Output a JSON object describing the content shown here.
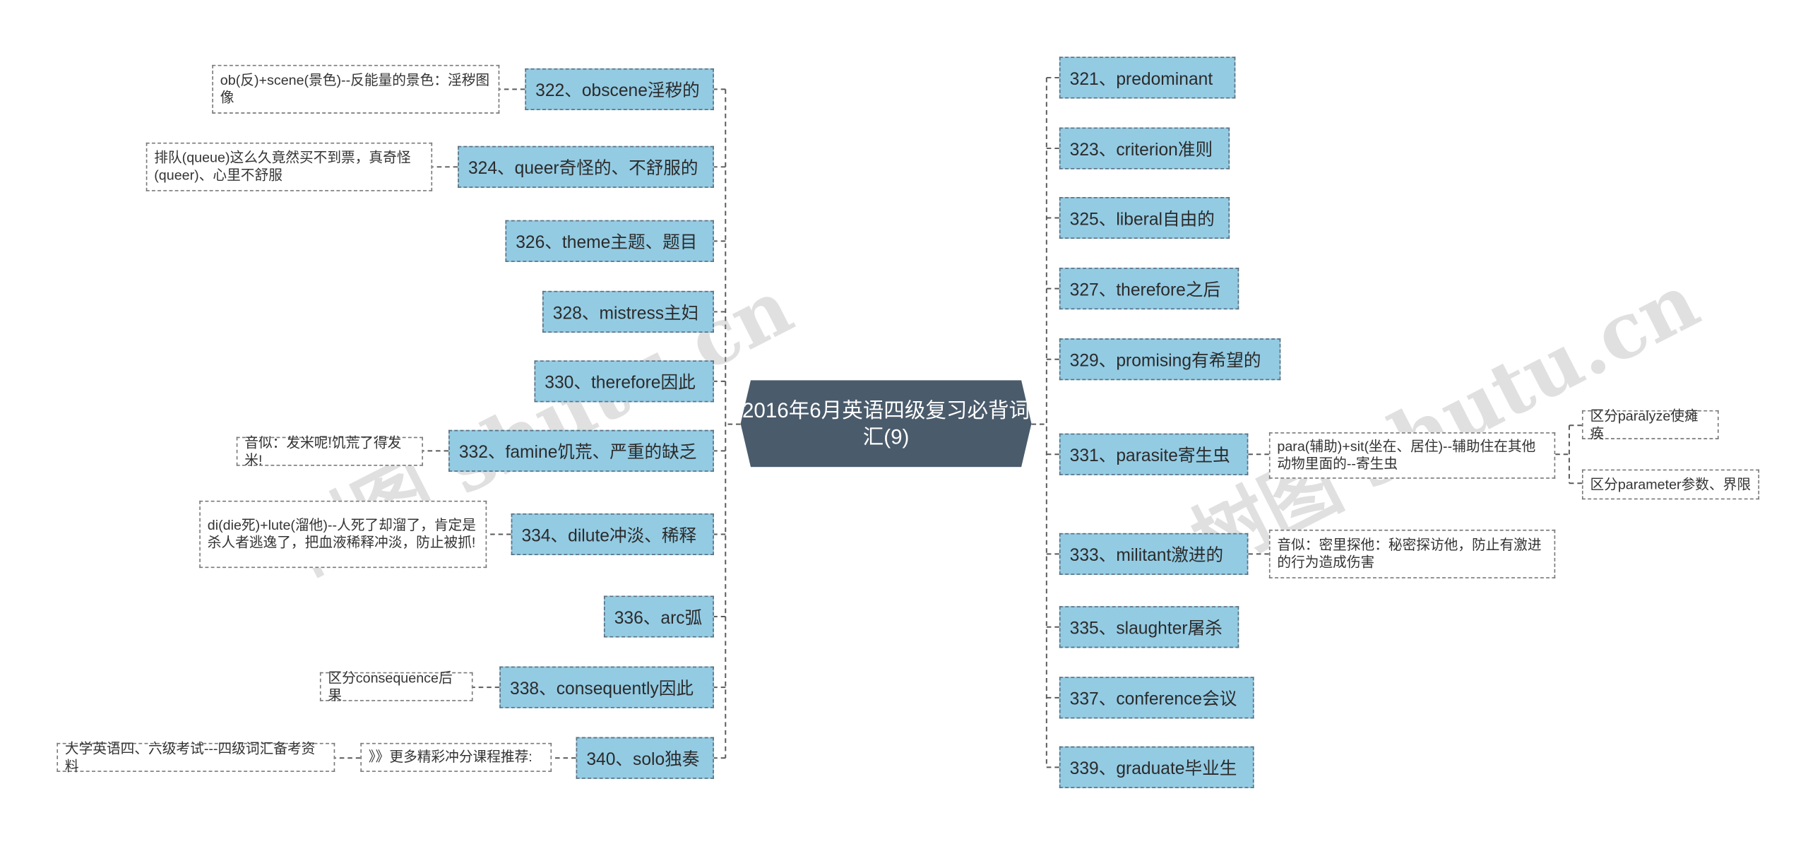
{
  "center": "2016年6月英语四级复习必背词汇(9)",
  "watermark": "树图 shutu.cn",
  "left": [
    {
      "label": "322、obscene淫秽的",
      "notes": [
        "ob(反)+scene(景色)--反能量的景色：淫秽图像"
      ]
    },
    {
      "label": "324、queer奇怪的、不舒服的",
      "notes": [
        "排队(queue)这么久竟然买不到票，真奇怪(queer)、心里不舒服"
      ]
    },
    {
      "label": "326、theme主题、题目",
      "notes": []
    },
    {
      "label": "328、mistress主妇",
      "notes": []
    },
    {
      "label": "330、therefore因此",
      "notes": []
    },
    {
      "label": "332、famine饥荒、严重的缺乏",
      "notes": [
        "音似：发米呢!饥荒了得发米!"
      ]
    },
    {
      "label": "334、dilute冲淡、稀释",
      "notes": [
        "di(die死)+lute(溜他)--人死了却溜了，肯定是杀人者逃逸了，把血液稀释冲淡，防止被抓!"
      ]
    },
    {
      "label": "336、arc弧",
      "notes": []
    },
    {
      "label": "338、consequently因此",
      "notes": [
        "区分consequence后果"
      ]
    },
    {
      "label": "340、solo独奏",
      "notes": [
        "》》更多精彩冲分课程推荐:",
        "大学英语四、六级考试---四级词汇备考资料"
      ]
    }
  ],
  "right": [
    {
      "label": "321、predominant",
      "notes": []
    },
    {
      "label": "323、criterion准则",
      "notes": []
    },
    {
      "label": "325、liberal自由的",
      "notes": []
    },
    {
      "label": "327、therefore之后",
      "notes": []
    },
    {
      "label": "329、promising有希望的",
      "notes": []
    },
    {
      "label": "331、parasite寄生虫",
      "notes": [
        "para(辅助)+sit(坐在、居住)--辅助住在其他动物里面的--寄生虫",
        "区分paralyze使瘫痪",
        "区分parameter参数、界限"
      ]
    },
    {
      "label": "333、militant激进的",
      "notes": [
        "音似：密里探他：秘密探访他，防止有激进的行为造成伤害"
      ]
    },
    {
      "label": "335、slaughter屠杀",
      "notes": []
    },
    {
      "label": "337、conference会议",
      "notes": []
    },
    {
      "label": "339、graduate毕业生",
      "notes": []
    }
  ],
  "colors": {
    "center_fill": "#4a5b6b",
    "topic_fill": "#93cbe3",
    "line": "#5a5a5a"
  }
}
